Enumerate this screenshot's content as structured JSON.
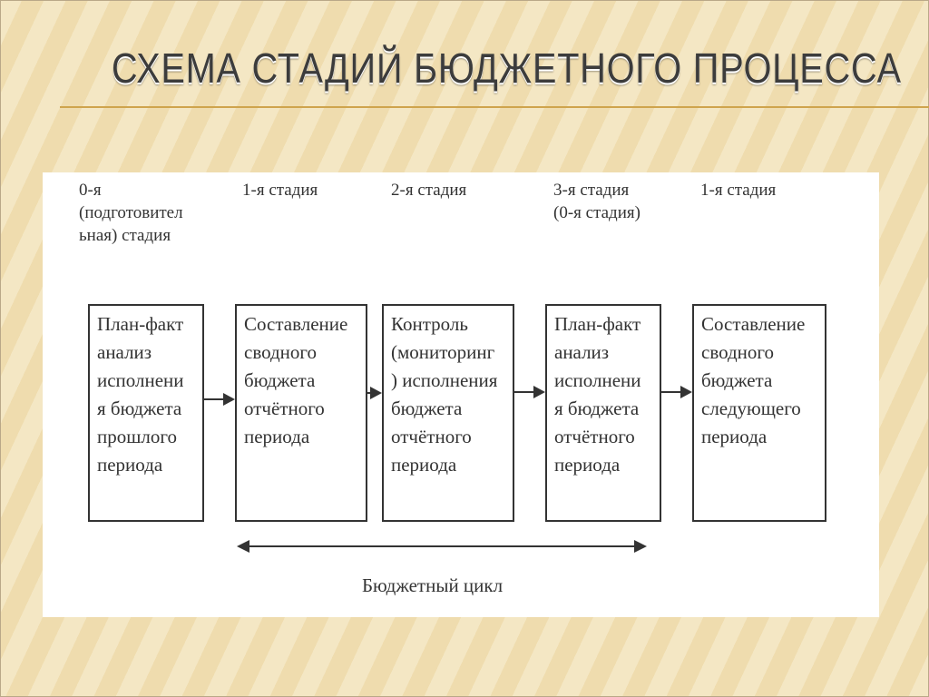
{
  "slide": {
    "title": "СХЕМА СТАДИЙ БЮДЖЕТНОГО ПРОЦЕССА"
  },
  "diagram": {
    "stage_labels": [
      [
        "0-я",
        "(подготовител",
        "ьная) стадия"
      ],
      [
        "1-я стадия"
      ],
      [
        "2-я стадия"
      ],
      [
        "3-я стадия",
        "(0-я стадия)"
      ],
      [
        "1-я стадия"
      ]
    ],
    "boxes": [
      [
        "План-факт",
        "анализ",
        "исполнени",
        "я бюджета",
        "прошлого",
        "периода"
      ],
      [
        "Составление",
        "сводного",
        "бюджета",
        "отчётного",
        "периода"
      ],
      [
        "Контроль",
        "(мониторинг",
        ") исполнения",
        "бюджета",
        "отчётного",
        "периода"
      ],
      [
        "План-факт",
        "анализ",
        "исполнени",
        "я бюджета",
        "отчётного",
        "периода"
      ],
      [
        "Составление",
        "сводного",
        "бюджета",
        "следующего",
        "периода"
      ]
    ],
    "cycle_label": "Бюджетный цикл"
  }
}
